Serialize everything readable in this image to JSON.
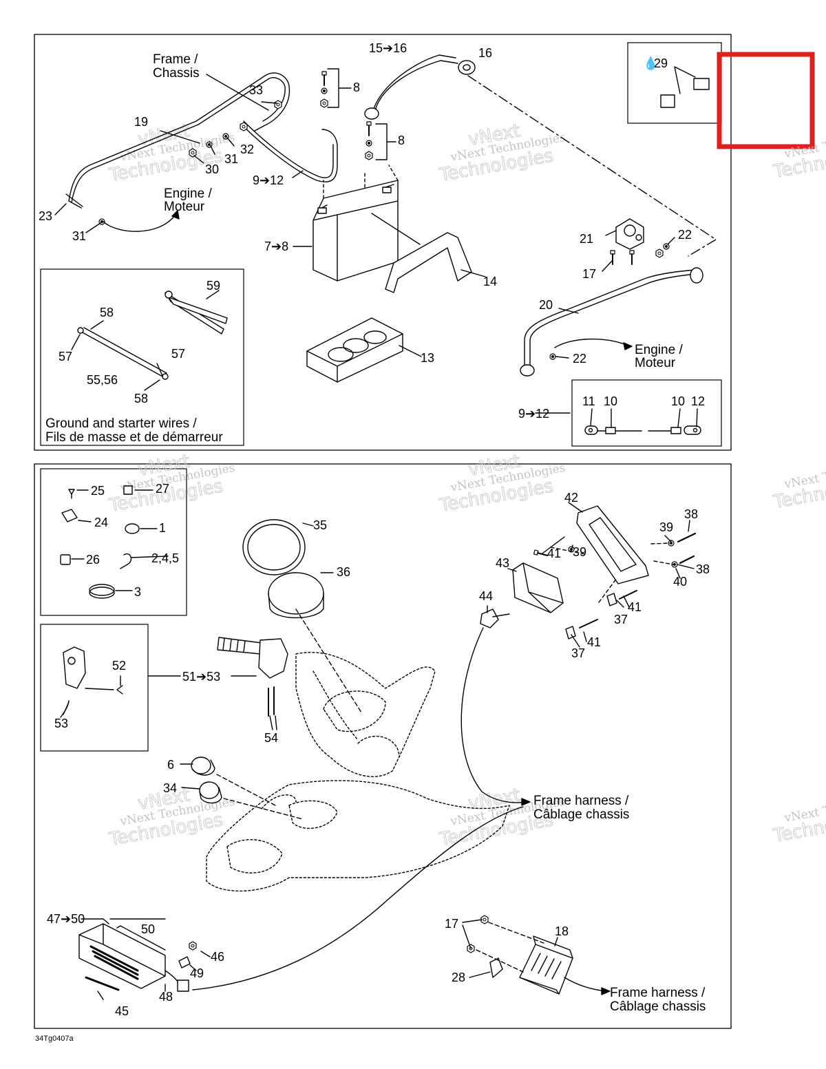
{
  "document_code": "34Tg0407a",
  "watermark": {
    "company": "vNext Technologies",
    "word": "Technologies",
    "brand": "vNext"
  },
  "highlight_color": "#e0201c",
  "top_panel": {
    "labels": {
      "frame_chassis_line1": "Frame /",
      "frame_chassis_line2": "Chassis",
      "engine_moteur_left_line1": "Engine /",
      "engine_moteur_left_line2": "Moteur",
      "engine_moteur_right_line1": "Engine /",
      "engine_moteur_right_line2": "Moteur",
      "ground_wires_line1": "Ground and starter wires /",
      "ground_wires_line2": "Fils de masse et de démarreur"
    },
    "callouts": {
      "c15_16": "15➔16",
      "c16": "16",
      "c29": "29",
      "c33": "33",
      "c8a": "8",
      "c8b": "8",
      "c19": "19",
      "c32": "32",
      "c31a": "31",
      "c30": "30",
      "c9_12a": "9➔12",
      "c23": "23",
      "c31b": "31",
      "c7_8": "7➔8",
      "c21": "21",
      "c22a": "22",
      "c17a": "17",
      "c14": "14",
      "c20": "20",
      "c22b": "22",
      "c59": "59",
      "c58a": "58",
      "c57a": "57",
      "c57b": "57",
      "c55_56": "55,56",
      "c58b": "58",
      "c13": "13",
      "c9_12b": "9➔12",
      "c11": "11",
      "c10a": "10",
      "c10b": "10",
      "c12": "12"
    }
  },
  "bottom_panel": {
    "labels": {
      "frame_harness_a_line1": "Frame harness /",
      "frame_harness_a_line2": "Câblage chassis",
      "frame_harness_b_line1": "Frame harness /",
      "frame_harness_b_line2": "Câblage chassis"
    },
    "callouts": {
      "c25": "25",
      "c27": "27",
      "c24": "24",
      "c1": "1",
      "c26": "26",
      "c2_4_5": "2,4,5",
      "c3": "3",
      "c35": "35",
      "c36": "36",
      "c42": "42",
      "c38a": "38",
      "c39a": "39",
      "c41a": "41",
      "c39b": "39",
      "c38b": "38",
      "c40": "40",
      "c43": "43",
      "c44": "44",
      "c41b": "41",
      "c37a": "37",
      "c41c": "41",
      "c37b": "37",
      "c52": "52",
      "c51_53": "51➔53",
      "c53": "53",
      "c54": "54",
      "c6": "6",
      "c34": "34",
      "c47_50": "47➔50",
      "c50": "50",
      "c46": "46",
      "c49": "49",
      "c48": "48",
      "c45": "45",
      "c17b": "17",
      "c18": "18",
      "c28": "28"
    }
  }
}
